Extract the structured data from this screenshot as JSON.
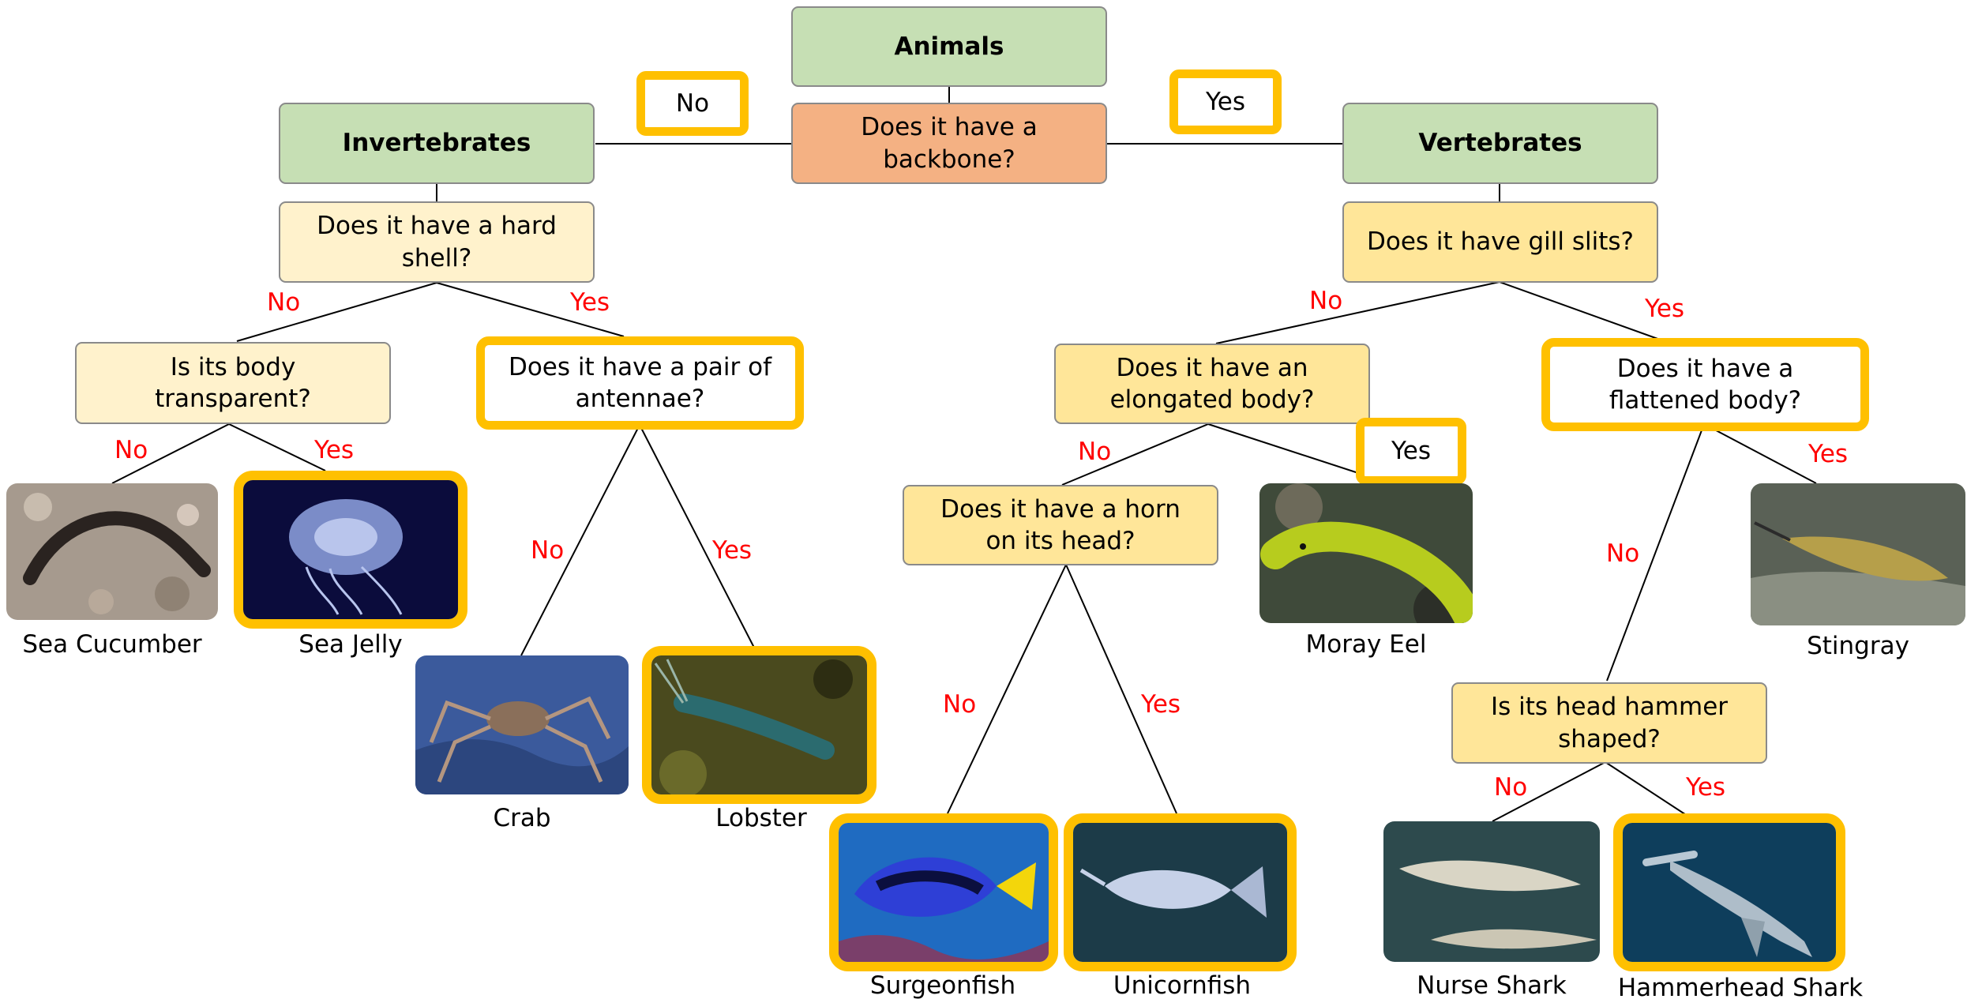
{
  "root": {
    "title": "Animals",
    "question": "Does it have a backbone?",
    "no_label": "No",
    "yes_label": "Yes"
  },
  "invertebrates": {
    "title": "Invertebrates",
    "q_shell": "Does it have a hard shell?",
    "q_transparent": "Is its body transparent?",
    "q_antennae": "Does it have a pair of antennae?"
  },
  "vertebrates": {
    "title": "Vertebrates",
    "q_gills": "Does it have gill slits?",
    "q_elongated": "Does it have an elongated body?",
    "q_horn": "Does it have a horn on its head?",
    "q_flattened": "Does it have a flattened body?",
    "q_hammer": "Is its head hammer shaped?"
  },
  "answers": {
    "no": "No",
    "yes": "Yes"
  },
  "animals": {
    "sea_cucumber": "Sea Cucumber",
    "sea_jelly": "Sea Jelly",
    "crab": "Crab",
    "lobster": "Lobster",
    "surgeonfish": "Surgeonfish",
    "unicornfish": "Unicornfish",
    "moray_eel": "Moray Eel",
    "stingray": "Stingray",
    "nurse_shark": "Nurse Shark",
    "hammerhead_shark": "Hammerhead Shark"
  },
  "colors": {
    "highlight": "#ffc000",
    "category_fill": "#c6dfb4",
    "root_question_fill": "#f4b183",
    "light_question_fill": "#fff2cc",
    "question_fill": "#ffe699",
    "answer_text": "#ff0000"
  }
}
